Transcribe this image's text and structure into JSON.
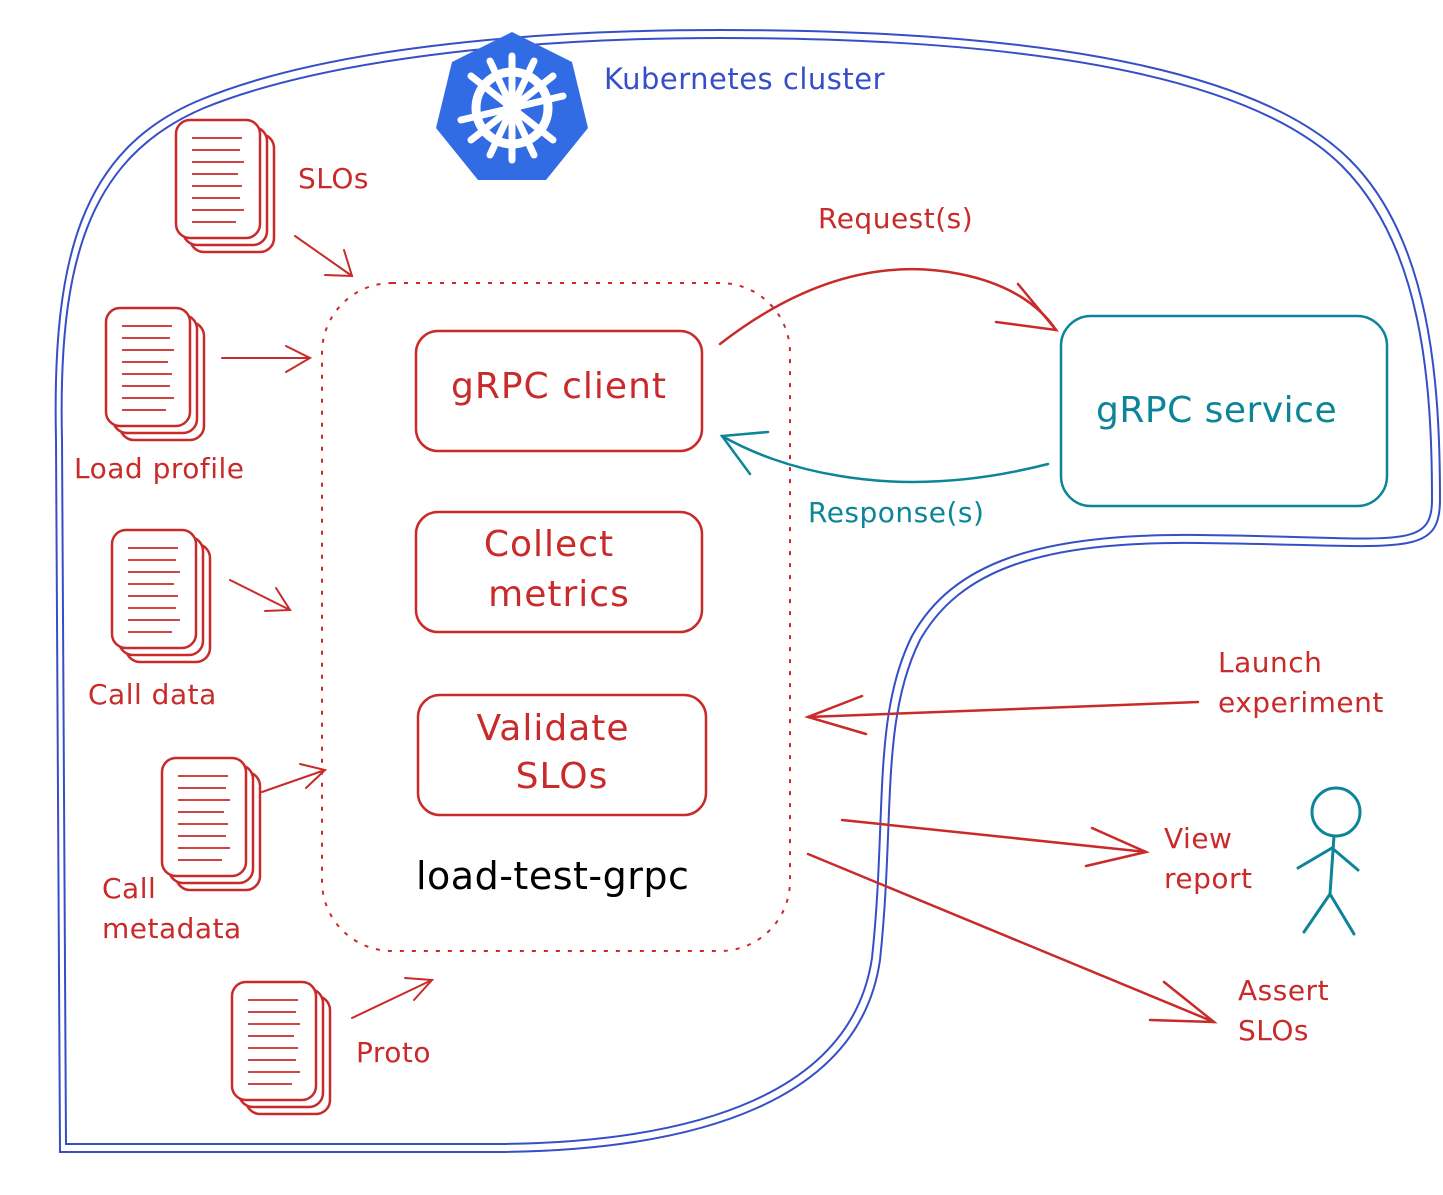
{
  "cluster": {
    "label": "Kubernetes cluster",
    "logo_icon": "kubernetes-helm-icon"
  },
  "inputs": {
    "slos": "SLOs",
    "load_profile": "Load profile",
    "call_data": "Call data",
    "call_metadata_line1": "Call",
    "call_metadata_line2": "metadata",
    "proto": "Proto"
  },
  "load_test": {
    "name": "load-test-grpc",
    "grpc_client": "gRPC client",
    "collect_line1": "Collect",
    "collect_line2": "metrics",
    "validate_line1": "Validate",
    "validate_line2": "SLOs"
  },
  "service": {
    "label": "gRPC service",
    "request": "Request(s)",
    "response": "Response(s)"
  },
  "actions": {
    "launch_line1": "Launch",
    "launch_line2": "experiment",
    "view_line1": "View",
    "view_line2": "report",
    "assert_line1": "Assert",
    "assert_line2": "SLOs"
  },
  "colors": {
    "red": "#c92a2a",
    "teal": "#0c8599",
    "blue": "#364fc7",
    "k8s": "#326ce5"
  }
}
